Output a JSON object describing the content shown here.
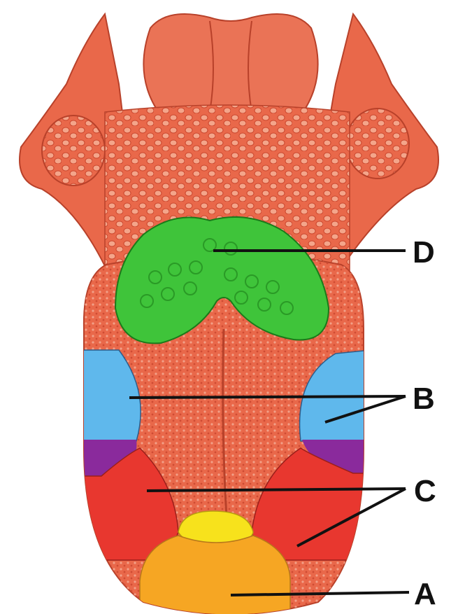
{
  "diagram": {
    "subject": "tongue-taste-regions",
    "labels": {
      "d": "D",
      "b": "B",
      "c": "C",
      "a": "A"
    },
    "colors": {
      "tongue_base": "#e9684a",
      "tongue_edge": "#c9452c",
      "papilla": "#f4a58a",
      "region_d": "#3fc43a",
      "region_b": "#5fb8ec",
      "region_purple": "#8a2a9c",
      "region_c": "#e8372f",
      "region_yellow": "#f7e21c",
      "region_a": "#f6a623",
      "leader_line": "#111111"
    }
  }
}
